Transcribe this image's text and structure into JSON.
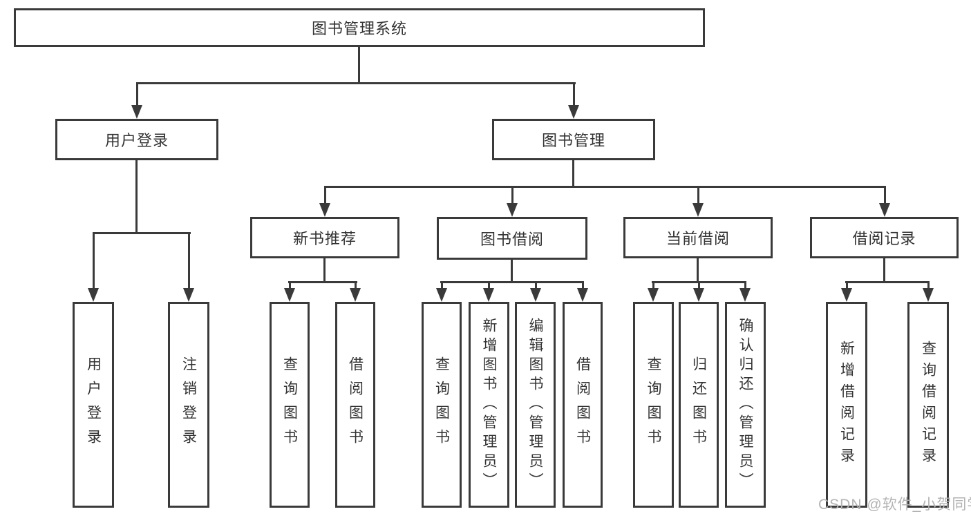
{
  "tree": {
    "label": "图书管理系统",
    "children": [
      {
        "label": "用户登录",
        "children": [
          {
            "label": "用户登录"
          },
          {
            "label": "注销登录"
          }
        ]
      },
      {
        "label": "图书管理",
        "children": [
          {
            "label": "新书推荐",
            "children": [
              {
                "label": "查询图书"
              },
              {
                "label": "借阅图书"
              }
            ]
          },
          {
            "label": "图书借阅",
            "children": [
              {
                "label": "查询图书"
              },
              {
                "label": "新增图书（管理员）"
              },
              {
                "label": "编辑图书（管理员）"
              },
              {
                "label": "借阅图书"
              }
            ]
          },
          {
            "label": "当前借阅",
            "children": [
              {
                "label": "查询图书"
              },
              {
                "label": "归还图书"
              },
              {
                "label": "确认归还（管理员）"
              }
            ]
          },
          {
            "label": "借阅记录",
            "children": [
              {
                "label": "新增借阅记录"
              },
              {
                "label": "查询借阅记录"
              }
            ]
          }
        ]
      }
    ]
  },
  "watermark": {
    "text": "CSDN @软件_小贺同学"
  },
  "colors": {
    "line": "#3a3a3a",
    "text": "#333333",
    "watermark": "#b3b3b3",
    "background": "#ffffff"
  }
}
